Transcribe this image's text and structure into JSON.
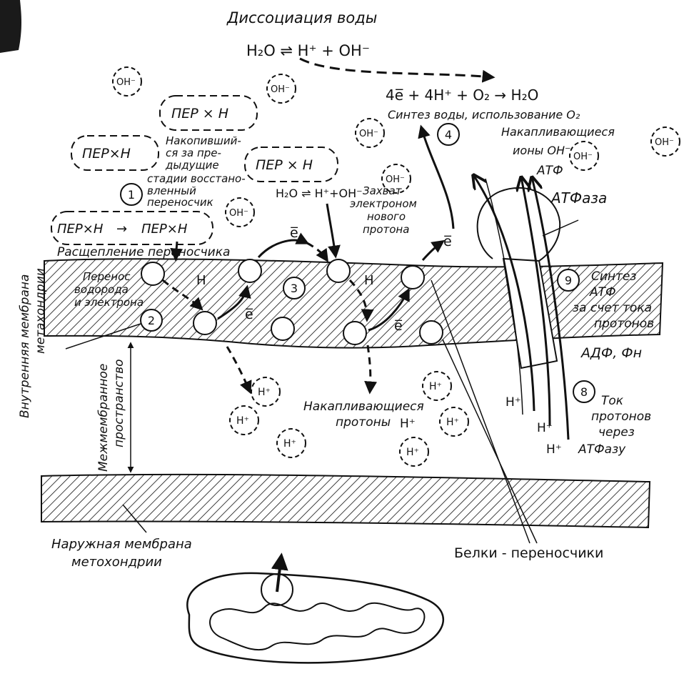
{
  "title": "Диссоциация воды",
  "equation_top": "H₂O ⇌ H⁺ + OH⁻",
  "equation_water": "4e̅ + 4H⁺ + O₂ → H₂O",
  "water_synthesis": "Синтез воды, использование O₂",
  "accumulating_ions": "Накапливающиеся",
  "ions_oh": "ионы OH⁻",
  "atp": "АТФ",
  "atpase": "АТФаза",
  "per_h": "ПЕР × Н",
  "per_h_short": "ПЕР×Н",
  "per_reaction_left": "ПЕР×Н",
  "per_reaction_right": "ПЕР×Н",
  "accumulated_lines": [
    "Накопивший-",
    "ся за пре-",
    "дыдущие",
    "стадии восстано-",
    "вленный",
    "переносчик"
  ],
  "splitting": "Расщепление переносчика",
  "transfer_lines": [
    "Перенос",
    "водорода",
    "и электрона"
  ],
  "h2o_dissoc_small": "H₂O ⇌ H⁺+OH⁻",
  "capture_lines": [
    "Захват",
    "электроном",
    "нового",
    "протона"
  ],
  "electron": "e̅",
  "hydrogen": "H",
  "oh_ion": "OH⁻",
  "h_ion": "H⁺",
  "accum_protons_line1": "Накапливающиеся",
  "accum_protons_line2": "протоны",
  "accum_protons_h": "H⁺",
  "atp_synthesis_lines": [
    "Синтез",
    "АТФ",
    "за счет тока",
    "протонов"
  ],
  "adp": "АДФ, Фн",
  "proton_current_lines": [
    "Ток",
    "протонов",
    "через",
    "АТФазу"
  ],
  "inner_membrane_lines": [
    "Внутренняя мембрана",
    "метахондрии"
  ],
  "intermembrane_lines": [
    "Межмембранное",
    "пространство"
  ],
  "outer_membrane_lines": [
    "Наружная мембрана",
    "метохондрии"
  ],
  "carrier_proteins": "Белки - переносчики",
  "step_numbers": [
    "1",
    "2",
    "3",
    "4",
    "8",
    "9"
  ]
}
